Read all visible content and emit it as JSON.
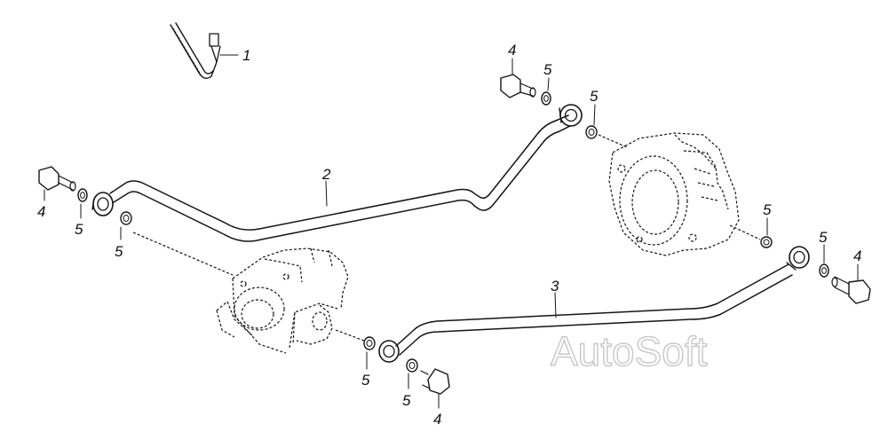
{
  "labels": {
    "l1": "1",
    "l2": "2",
    "l3": "3",
    "l4a": "4",
    "l4b": "4",
    "l4c": "4",
    "l4d": "4",
    "l5a": "5",
    "l5b": "5",
    "l5c": "5",
    "l5d": "5",
    "l5e": "5",
    "l5f": "5",
    "l5g": "5",
    "l5h": "5"
  },
  "watermark": "AutoSoft"
}
